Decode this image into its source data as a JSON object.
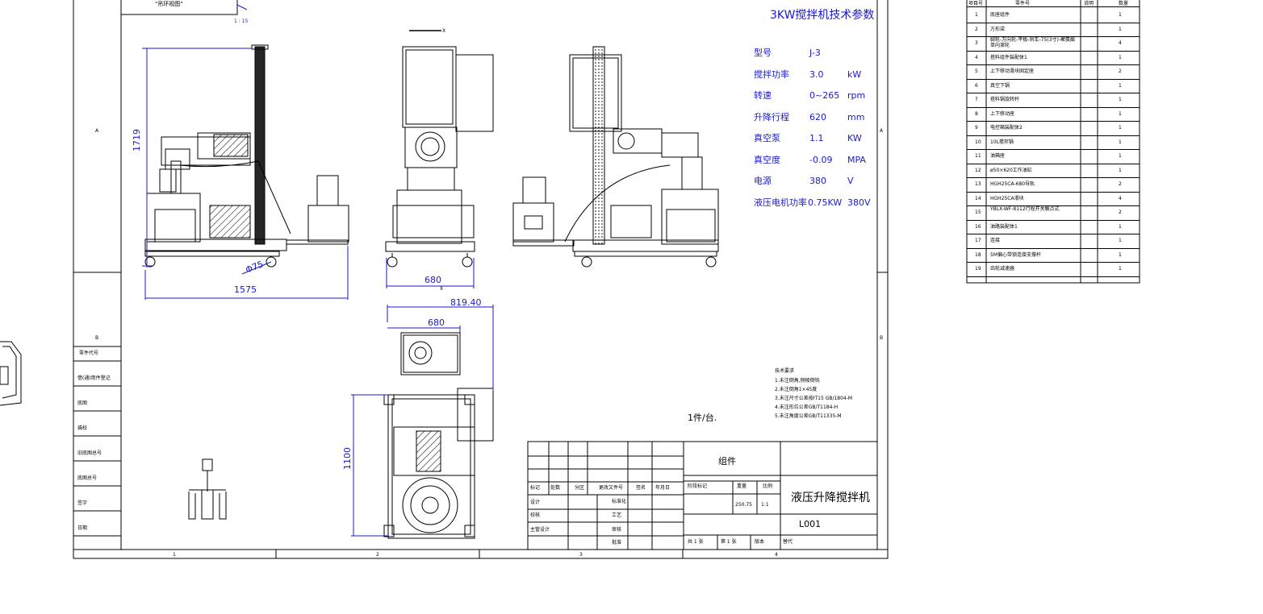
{
  "params": {
    "title": "3KW搅拌机技术参数",
    "rows": [
      {
        "label": "型号",
        "value": "J-3",
        "unit": ""
      },
      {
        "label": "搅拌功率",
        "value": "3.0",
        "unit": "kW"
      },
      {
        "label": "转速",
        "value": "0~265",
        "unit": "rpm"
      },
      {
        "label": "升降行程",
        "value": "620",
        "unit": "mm"
      },
      {
        "label": "真空泵",
        "value": "1.1",
        "unit": "KW"
      },
      {
        "label": "真空度",
        "value": "-0.09",
        "unit": "MPA"
      },
      {
        "label": "电源",
        "value": "380",
        "unit": "V"
      },
      {
        "label": "液压电机功率",
        "value": "0.75KW",
        "unit": "380V"
      }
    ]
  },
  "dims": {
    "height1": "1719",
    "width1": "1575",
    "dia": "Φ75",
    "w680a": "680",
    "w819": "819.40",
    "w680b": "680",
    "h1100": "1100"
  },
  "view_labels": {
    "arrow_x1": "X",
    "arrow_x2": "X",
    "scale": "1 : 15",
    "detail": "\"吊环视图\""
  },
  "tech": {
    "title": "技术要求",
    "lines": [
      "1.未注倒角,侧棱倒钝",
      "2.未注倒角1×45度",
      "3.未注尺寸公差按IT15 GB/1804-M",
      "4.未注形位公差GB/T1184-H",
      "5.未注角度公差GB/T11335-M"
    ]
  },
  "qty_note": "1件/台.",
  "title_block": {
    "group": "组件",
    "name": "液压升降搅拌机",
    "code": "L001",
    "weight": "250.75",
    "scale": "1:1",
    "hdr": [
      "标记",
      "处数",
      "分区",
      "更改文件号",
      "签名",
      "年月日"
    ],
    "roles": [
      "设计",
      "校核",
      "主管设计"
    ],
    "roles2": [
      "标准化",
      "工艺",
      "审核",
      "批准"
    ],
    "stage_hdr": [
      "阶段标记",
      "重量",
      "比例"
    ],
    "footer": [
      "共 1 张",
      "第 1 张",
      "版本",
      "替代"
    ]
  },
  "left_block": [
    "借(通)用件登记",
    "底图",
    "描校",
    "旧底图总号",
    "底图总号",
    "签字",
    "日期"
  ],
  "left_top": "零件代号",
  "zone_letters": {
    "A1": "A",
    "B1": "B",
    "A2": "A",
    "B2": "B"
  },
  "zone_numbers": [
    "1",
    "2",
    "3",
    "4"
  ],
  "bom": {
    "header": [
      "项目号",
      "零件号",
      "说明",
      "数量"
    ],
    "rows": [
      {
        "no": "1",
        "name": "底座组件",
        "qty": "1"
      },
      {
        "no": "2",
        "name": "方形梁",
        "qty": "1"
      },
      {
        "no": "3",
        "name": "脚轮-万向轮-平板-刹车-75(3寸)-聚氨酯单向滚轮",
        "qty": "4"
      },
      {
        "no": "4",
        "name": "搭料组件装配体1",
        "qty": "1"
      },
      {
        "no": "5",
        "name": "上下移动滑块固定座",
        "qty": "2"
      },
      {
        "no": "6",
        "name": "真空下锅",
        "qty": "1"
      },
      {
        "no": "7",
        "name": "搭料锅旋转杆",
        "qty": "1"
      },
      {
        "no": "8",
        "name": "上下移动座",
        "qty": "1"
      },
      {
        "no": "9",
        "name": "电控箱装配体2",
        "qty": "1"
      },
      {
        "no": "10",
        "name": "10L搅拌锅",
        "qty": "1"
      },
      {
        "no": "11",
        "name": "油箱座",
        "qty": "1"
      },
      {
        "no": "12",
        "name": "ø50×620工作油缸",
        "qty": "1"
      },
      {
        "no": "13",
        "name": "HGH25CA-680导轨",
        "qty": "2"
      },
      {
        "no": "14",
        "name": "HGH25CA滑块",
        "qty": "4"
      },
      {
        "no": "15",
        "name": "YBLX-WF-8112行程开关触点式",
        "qty": "2"
      },
      {
        "no": "16",
        "name": "油路装配体1",
        "qty": "1"
      },
      {
        "no": "17",
        "name": "连接",
        "qty": "1"
      },
      {
        "no": "18",
        "name": "5M偏心带锁连接支撑杆",
        "qty": "1"
      },
      {
        "no": "19",
        "name": "齿轮减速器",
        "qty": "1"
      }
    ]
  }
}
